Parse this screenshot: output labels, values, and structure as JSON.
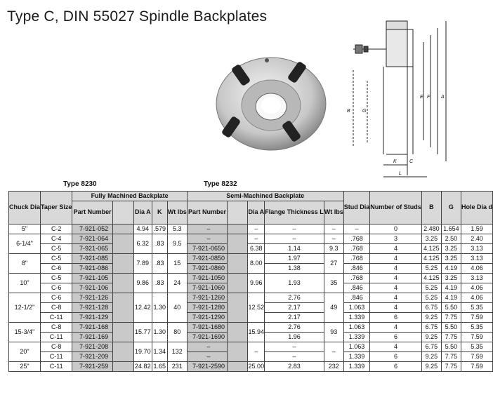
{
  "title": "Type C, DIN 55027 Spindle Backplates",
  "type_a": "Type 8230",
  "type_b": "Type 8232",
  "drawing_labels": [
    "B",
    "G",
    "E",
    "F",
    "A",
    "C",
    "K",
    "L"
  ],
  "headers": {
    "fully": "Fully Machined Backplate",
    "semi": "Semi-Machined Backplate",
    "chuck_dia": "Chuck Dia",
    "taper": "Taper Size",
    "part": "Part Number",
    "dia": "Dia A",
    "k": "K",
    "wt": "Wt lbs",
    "part2": "Part Number",
    "dia2": "Dia A",
    "flange": "Flange Thickness L",
    "wt2": "Wt lbs",
    "stud_dia": "Stud Dia",
    "num_studs": "Number of Studs",
    "b": "B",
    "g": "G",
    "hole": "Hole Dia d"
  },
  "groups": [
    {
      "chuck": "5\"",
      "dia": "4.94",
      "k": ".579",
      "wt": "5.3",
      "dia2": "–",
      "wt2": "–",
      "rows": [
        {
          "taper": "C-2",
          "part": "7-921-052",
          "part2": "–",
          "flange": "–",
          "stud": "–",
          "studs": "0",
          "b": "2.480",
          "g": "1.654",
          "hole": "1.59"
        }
      ]
    },
    {
      "chuck": "6-1/4\"",
      "dia": "6.32",
      "k": ".83",
      "wt": "9.5",
      "dia2": "6.38",
      "wt2": "9.3",
      "rows": [
        {
          "taper": "C-4",
          "part": "7-921-064",
          "part2": "–",
          "flange": "–",
          "stud": ".768",
          "studs": "3",
          "b": "3.25",
          "g": "2.50",
          "hole": "2.40",
          "dia2": "–",
          "wt2": "–"
        },
        {
          "taper": "C-5",
          "part": "7-921-065",
          "part2": "7-921-0650",
          "flange": "1.14",
          "stud": ".768",
          "studs": "4",
          "b": "4.125",
          "g": "3.25",
          "hole": "3.13",
          "dia2": "6.38",
          "wt2": "9.3"
        }
      ]
    },
    {
      "chuck": "8\"",
      "dia": "7.89",
      "k": ".83",
      "wt": "15",
      "dia2": "8.00",
      "wt2": "27",
      "rows": [
        {
          "taper": "C-5",
          "part": "7-921-085",
          "part2": "7-921-0850",
          "flange": "1.97",
          "stud": ".768",
          "studs": "4",
          "b": "4.125",
          "g": "3.25",
          "hole": "3.13"
        },
        {
          "taper": "C-6",
          "part": "7-921-086",
          "part2": "7-921-0860",
          "flange": "1.38",
          "stud": ".846",
          "studs": "4",
          "b": "5.25",
          "g": "4.19",
          "hole": "4.06"
        }
      ]
    },
    {
      "chuck": "10\"",
      "dia": "9.86",
      "k": ".83",
      "wt": "24",
      "dia2": "9.96",
      "wt2": "35",
      "flange": "1.93",
      "rows": [
        {
          "taper": "C-5",
          "part": "7-921-105",
          "part2": "7-921-1050",
          "stud": ".768",
          "studs": "4",
          "b": "4.125",
          "g": "3.25",
          "hole": "3.13"
        },
        {
          "taper": "C-6",
          "part": "7-921-106",
          "part2": "7-921-1060",
          "stud": ".846",
          "studs": "4",
          "b": "5.25",
          "g": "4.19",
          "hole": "4.06"
        }
      ]
    },
    {
      "chuck": "12-1/2\"",
      "dia": "12.42",
      "k": "1.30",
      "wt": "40",
      "dia2": "12.52",
      "wt2": "49",
      "rows": [
        {
          "taper": "C-6",
          "part": "7-921-126",
          "part2": "7-921-1260",
          "flange": "2.76",
          "stud": ".846",
          "studs": "4",
          "b": "5.25",
          "g": "4.19",
          "hole": "4.06"
        },
        {
          "taper": "C-8",
          "part": "7-921-128",
          "part2": "7-921-1280",
          "flange": "2.17",
          "stud": "1.063",
          "studs": "4",
          "b": "6.75",
          "g": "5.50",
          "hole": "5.35"
        },
        {
          "taper": "C-11",
          "part": "7-921-129",
          "part2": "7-921-1290",
          "flange": "2.17",
          "stud": "1.339",
          "studs": "6",
          "b": "9.25",
          "g": "7.75",
          "hole": "7.59"
        }
      ]
    },
    {
      "chuck": "15-3/4\"",
      "dia": "15.77",
      "k": "1.30",
      "wt": "80",
      "dia2": "15.94",
      "wt2": "93",
      "rows": [
        {
          "taper": "C-8",
          "part": "7-921-168",
          "part2": "7-921-1680",
          "flange": "2.76",
          "stud": "1.063",
          "studs": "4",
          "b": "6.75",
          "g": "5.50",
          "hole": "5.35"
        },
        {
          "taper": "C-11",
          "part": "7-921-169",
          "part2": "7-921-1690",
          "flange": "1.96",
          "stud": "1.339",
          "studs": "6",
          "b": "9.25",
          "g": "7.75",
          "hole": "7.59"
        }
      ]
    },
    {
      "chuck": "20\"",
      "dia": "19.70",
      "k": "1.34",
      "wt": "132",
      "dia2": "–",
      "wt2": "–",
      "rows": [
        {
          "taper": "C-8",
          "part": "7-921-208",
          "part2": "–",
          "flange": "–",
          "stud": "1.063",
          "studs": "4",
          "b": "6.75",
          "g": "5.50",
          "hole": "5.35"
        },
        {
          "taper": "C-11",
          "part": "7-921-209",
          "part2": "–",
          "flange": "–",
          "stud": "1.339",
          "studs": "6",
          "b": "9.25",
          "g": "7.75",
          "hole": "7.59"
        }
      ]
    },
    {
      "chuck": "25\"",
      "dia": "24.82",
      "k": "1.65",
      "wt": "231",
      "dia2": "25.00",
      "wt2": "232",
      "rows": [
        {
          "taper": "C-11",
          "part": "7-921-259",
          "part2": "7-921-2590",
          "flange": "2.83",
          "stud": "1.339",
          "studs": "6",
          "b": "9.25",
          "g": "7.75",
          "hole": "7.59"
        }
      ]
    }
  ]
}
